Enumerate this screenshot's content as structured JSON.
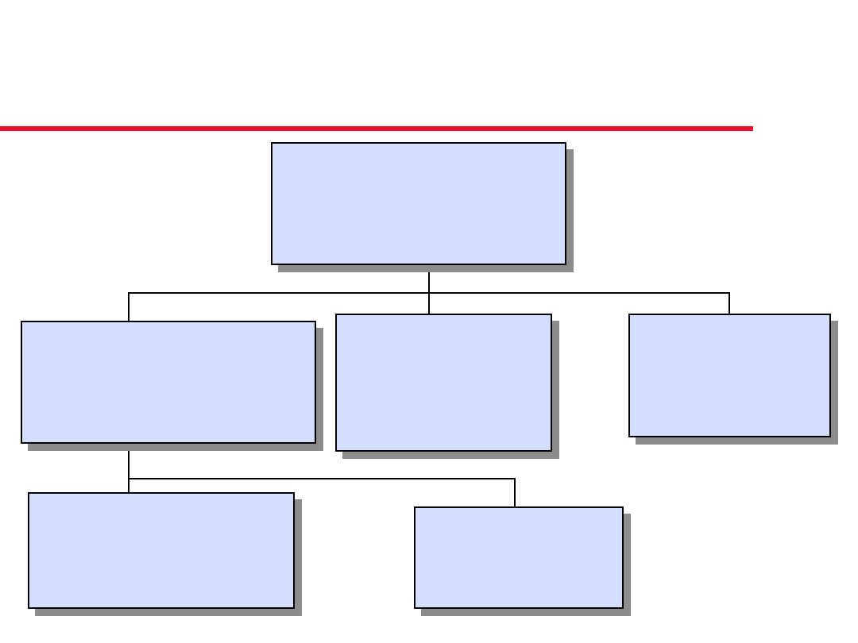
{
  "diagram": {
    "type": "org-chart",
    "colors": {
      "accent_rule": "#e8102c",
      "node_fill": "#d4defe",
      "node_border": "#000000",
      "node_shadow": "#8c8c8c",
      "connector": "#000000"
    },
    "nodes": [
      {
        "id": "root",
        "label": ""
      },
      {
        "id": "left",
        "label": "",
        "parent": "root"
      },
      {
        "id": "center",
        "label": "",
        "parent": "root"
      },
      {
        "id": "right",
        "label": "",
        "parent": "root"
      },
      {
        "id": "bl",
        "label": "",
        "parent": "left"
      },
      {
        "id": "bc",
        "label": "",
        "parent": "left"
      }
    ]
  }
}
